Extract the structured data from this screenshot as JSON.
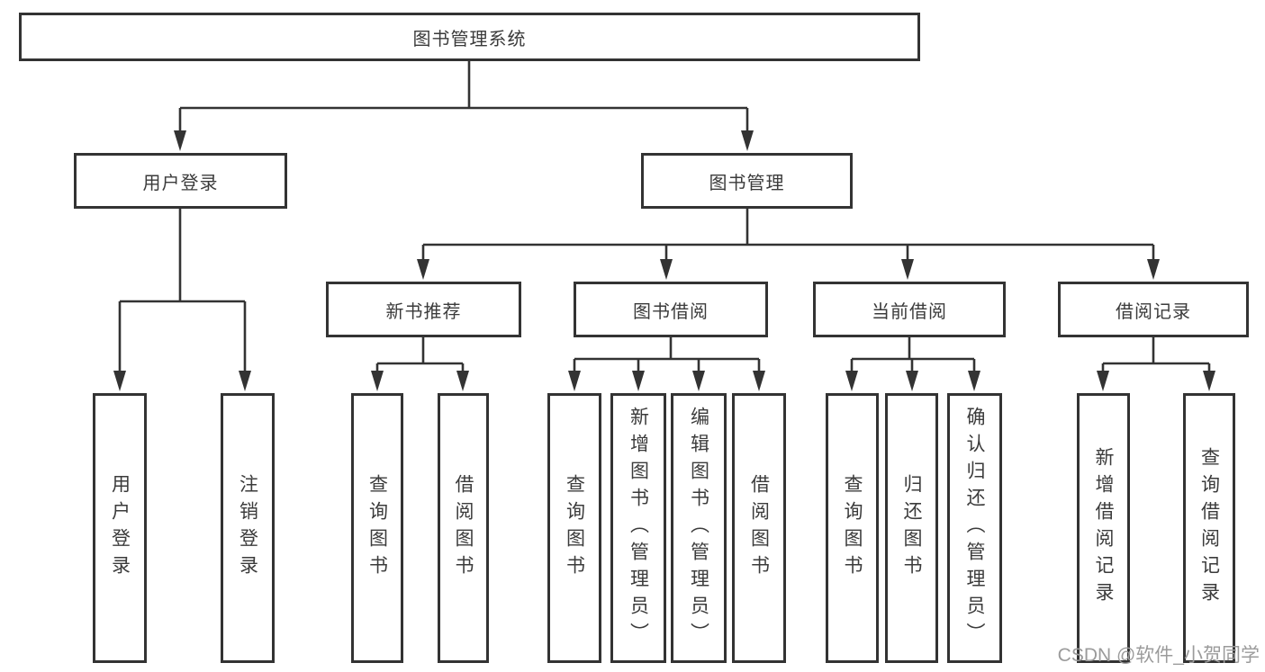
{
  "diagram": {
    "title": "图书管理系统",
    "root": {
      "label": "图书管理系统"
    },
    "level2": [
      {
        "label": "用户登录"
      },
      {
        "label": "图书管理"
      }
    ],
    "level3": [
      {
        "label": "新书推荐",
        "parent": "图书管理"
      },
      {
        "label": "图书借阅",
        "parent": "图书管理"
      },
      {
        "label": "当前借阅",
        "parent": "图书管理"
      },
      {
        "label": "借阅记录",
        "parent": "图书管理"
      }
    ],
    "leaves": [
      {
        "label": "用户登录",
        "parent": "用户登录"
      },
      {
        "label": "注销登录",
        "parent": "用户登录"
      },
      {
        "label": "查询图书",
        "parent": "新书推荐"
      },
      {
        "label": "借阅图书",
        "parent": "新书推荐"
      },
      {
        "label": "查询图书",
        "parent": "图书借阅"
      },
      {
        "label": "新增图书（管理员）",
        "parent": "图书借阅"
      },
      {
        "label": "编辑图书（管理员）",
        "parent": "图书借阅"
      },
      {
        "label": "借阅图书",
        "parent": "图书借阅"
      },
      {
        "label": "查询图书",
        "parent": "当前借阅"
      },
      {
        "label": "归还图书",
        "parent": "当前借阅"
      },
      {
        "label": "确认归还（管理员）",
        "parent": "当前借阅"
      },
      {
        "label": "新增借阅记录",
        "parent": "借阅记录"
      },
      {
        "label": "查询借阅记录",
        "parent": "借阅记录"
      }
    ],
    "watermark": "CSDN @软件_小贺同学",
    "colors": {
      "line": "#333333",
      "text": "#3b3b3b",
      "box_background": "#ffffff",
      "watermark": "#9b9b9b"
    }
  }
}
